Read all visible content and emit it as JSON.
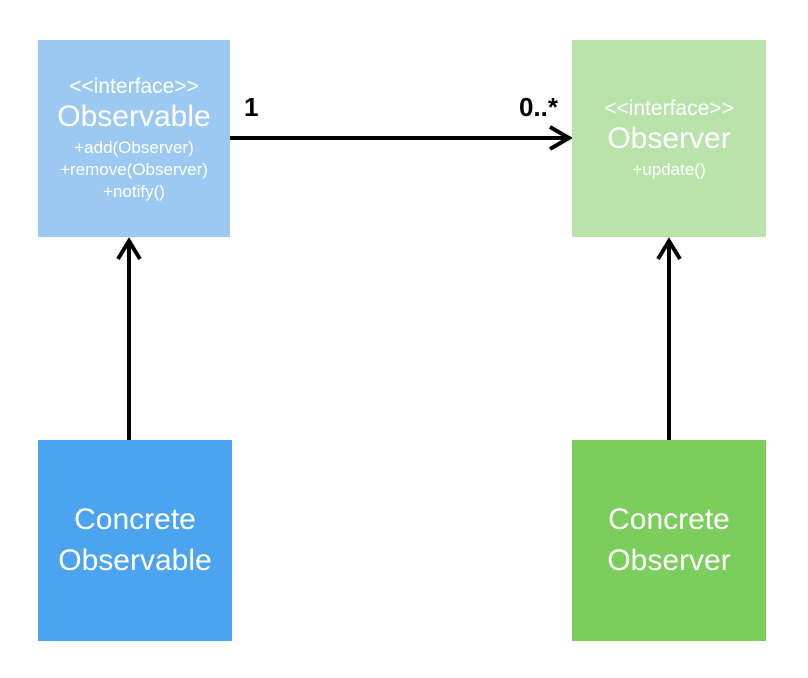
{
  "diagram": {
    "kind": "uml-class-diagram",
    "pattern": "Observer Pattern",
    "colors": {
      "observable_interface_bg": "#9BC9F2",
      "observer_interface_bg": "#B9E3AA",
      "concrete_observable_bg": "#4CA4F0",
      "concrete_observer_bg": "#7BCE5B",
      "text": "#FFFFFF",
      "arrow": "#000000"
    },
    "nodes": {
      "observable_interface": {
        "stereotype": "<<interface>>",
        "name": "Observable",
        "methods": [
          "+add(Observer)",
          "+remove(Observer)",
          "+notify()"
        ]
      },
      "observer_interface": {
        "stereotype": "<<interface>>",
        "name": "Observer",
        "methods": [
          "+update()"
        ]
      },
      "concrete_observable": {
        "name_line1": "Concrete",
        "name_line2": "Observable"
      },
      "concrete_observer": {
        "name_line1": "Concrete",
        "name_line2": "Observer"
      }
    },
    "association": {
      "source_multiplicity": "1",
      "target_multiplicity": "0..*"
    }
  }
}
